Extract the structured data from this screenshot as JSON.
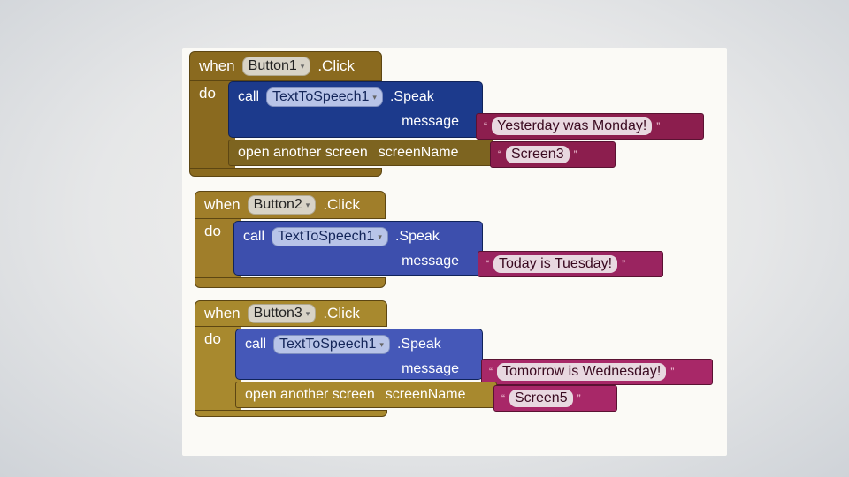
{
  "blocks": [
    {
      "when_label": "when",
      "component": "Button1",
      "event": ".Click",
      "do_label": "do",
      "call_label": "call",
      "tts": "TextToSpeech1",
      "method": ".Speak",
      "message_label": "message",
      "message": "Yesterday was Monday!",
      "open_label": "open another screen",
      "screen_label": "screenName",
      "screen": "Screen3"
    },
    {
      "when_label": "when",
      "component": "Button2",
      "event": ".Click",
      "do_label": "do",
      "call_label": "call",
      "tts": "TextToSpeech1",
      "method": ".Speak",
      "message_label": "message",
      "message": "Today is Tuesday!"
    },
    {
      "when_label": "when",
      "component": "Button3",
      "event": ".Click",
      "do_label": "do",
      "call_label": "call",
      "tts": "TextToSpeech1",
      "method": ".Speak",
      "message_label": "message",
      "message": "Tomorrow is Wednesday!",
      "open_label": "open another screen",
      "screen_label": "screenName",
      "screen": "Screen5"
    }
  ],
  "colors": {
    "event_block": "#8a6a1f",
    "call_block": "#1c3a8c",
    "text_block": "#8c1e4e"
  },
  "icons": {
    "dropdown": "chevron-down-icon",
    "quote": "quote-icon"
  },
  "glyphs": {
    "caret": "▾",
    "quote_open": "“",
    "quote_close": "”"
  }
}
